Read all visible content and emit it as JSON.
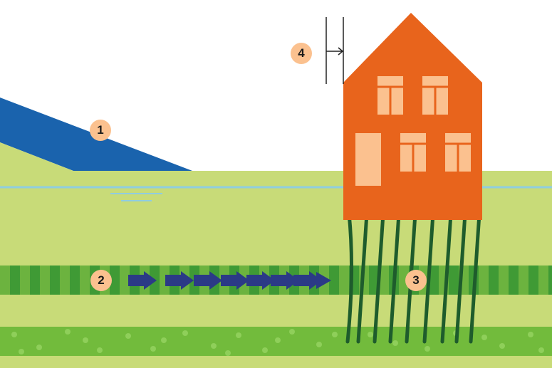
{
  "colors": {
    "sky": "#ffffff",
    "dike": "#1a63ad",
    "land": "#c8db78",
    "waterline": "#8fcde0",
    "sand_layer": "#3f9a35",
    "sand_stripe": "#6cb33f",
    "deep_layer": "#72bb3c",
    "deep_dots": "#8fcf5a",
    "house": "#e8641c",
    "window": "#fbc18f",
    "arrow": "#2b3a86",
    "pile": "#1e5c2c",
    "marker": "#fbc18f",
    "dimension_line": "#222222"
  },
  "markers": [
    {
      "label": "1"
    },
    {
      "label": "2"
    },
    {
      "label": "3"
    },
    {
      "label": "4"
    }
  ]
}
